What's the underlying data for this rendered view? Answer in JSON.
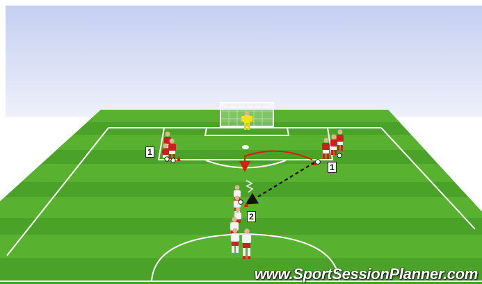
{
  "diagram": {
    "labels": {
      "left_group": "1",
      "right_group": "1",
      "line_group": "2"
    },
    "watermark": "www.SportSessionPlanner.com"
  },
  "colors": {
    "sky_top": "#c9d3f2",
    "sky_bottom": "#eef1fb",
    "grass_light": "#4fa92b",
    "grass_dark": "#3f9321",
    "lines": "#ffffff",
    "red_team": "#cc1f1f",
    "white_team": "#f4f4f4",
    "goalkeeper": "#f4e11b",
    "pass_arrow": "#111111",
    "run_arrow": "#e01818"
  }
}
